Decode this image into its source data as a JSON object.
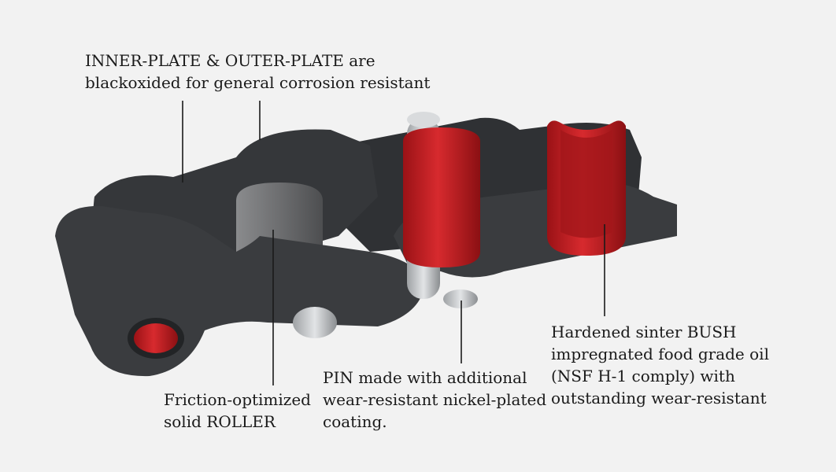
{
  "callouts": {
    "plates": {
      "lines": [
        "INNER-PLATE & OUTER-PLATE are",
        "blackoxided for general corrosion resistant"
      ]
    },
    "roller": {
      "lines": [
        "Friction-optimized",
        "solid ROLLER"
      ]
    },
    "pin": {
      "lines": [
        "PIN made with additional",
        "wear-resistant nickel-plated",
        "coating."
      ]
    },
    "bush": {
      "lines": [
        "Hardened sinter BUSH",
        "impregnated food grade oil",
        "(NSF H-1 comply) with",
        "outstanding wear-resistant"
      ]
    }
  },
  "colors": {
    "background": "#f2f2f2",
    "plate": "#3a3c3f",
    "roller": "#6d6e70",
    "bush_red": "#c41e22",
    "pin_silver": "#b9bcbf",
    "leader": "#1a1a1a"
  }
}
